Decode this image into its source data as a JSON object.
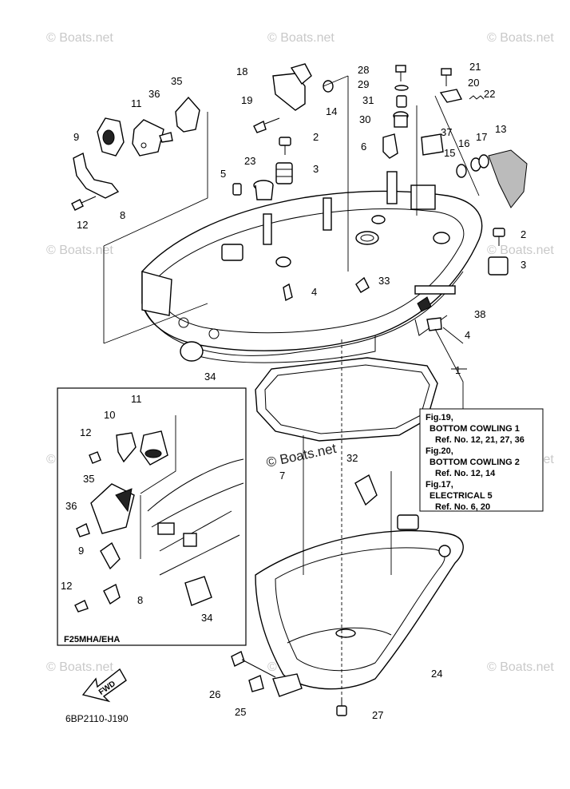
{
  "watermark": "© Boats.net",
  "diagram_code": "6BP2110-J190",
  "fwd_label": "FWD",
  "inset": {
    "model_label": "F25MHA/EHA"
  },
  "reference_box": {
    "line_1": "Fig.19,",
    "line_2": "BOTTOM COWLING 1",
    "line_3": "Ref. No. 12, 21, 27, 36",
    "line_4": "Fig.20,",
    "line_5": "BOTTOM COWLING 2",
    "line_6": "Ref. No. 12, 14",
    "line_7": "Fig.17,",
    "line_8": "ELECTRICAL 5",
    "line_9": "Ref. No. 6, 20"
  },
  "callouts": {
    "c1": "1",
    "c2a": "2",
    "c2b": "2",
    "c3a": "3",
    "c3b": "3",
    "c4a": "4",
    "c4b": "4",
    "c5": "5",
    "c6": "6",
    "c7": "7",
    "c8a": "8",
    "c8b": "8",
    "c9a": "9",
    "c9b": "9",
    "c10": "10",
    "c11a": "11",
    "c11b": "11",
    "c12a": "12",
    "c12b": "12",
    "c12c": "12",
    "c13": "13",
    "c14": "14",
    "c15": "15",
    "c16": "16",
    "c17": "17",
    "c18": "18",
    "c19": "19",
    "c20": "20",
    "c21": "21",
    "c22": "22",
    "c23": "23",
    "c24": "24",
    "c25": "25",
    "c26": "26",
    "c27": "27",
    "c28": "28",
    "c29": "29",
    "c30": "30",
    "c31": "31",
    "c32": "32",
    "c33": "33",
    "c34a": "34",
    "c34b": "34",
    "c35a": "35",
    "c35b": "35",
    "c36a": "36",
    "c36b": "36",
    "c37": "37",
    "c38": "38"
  }
}
